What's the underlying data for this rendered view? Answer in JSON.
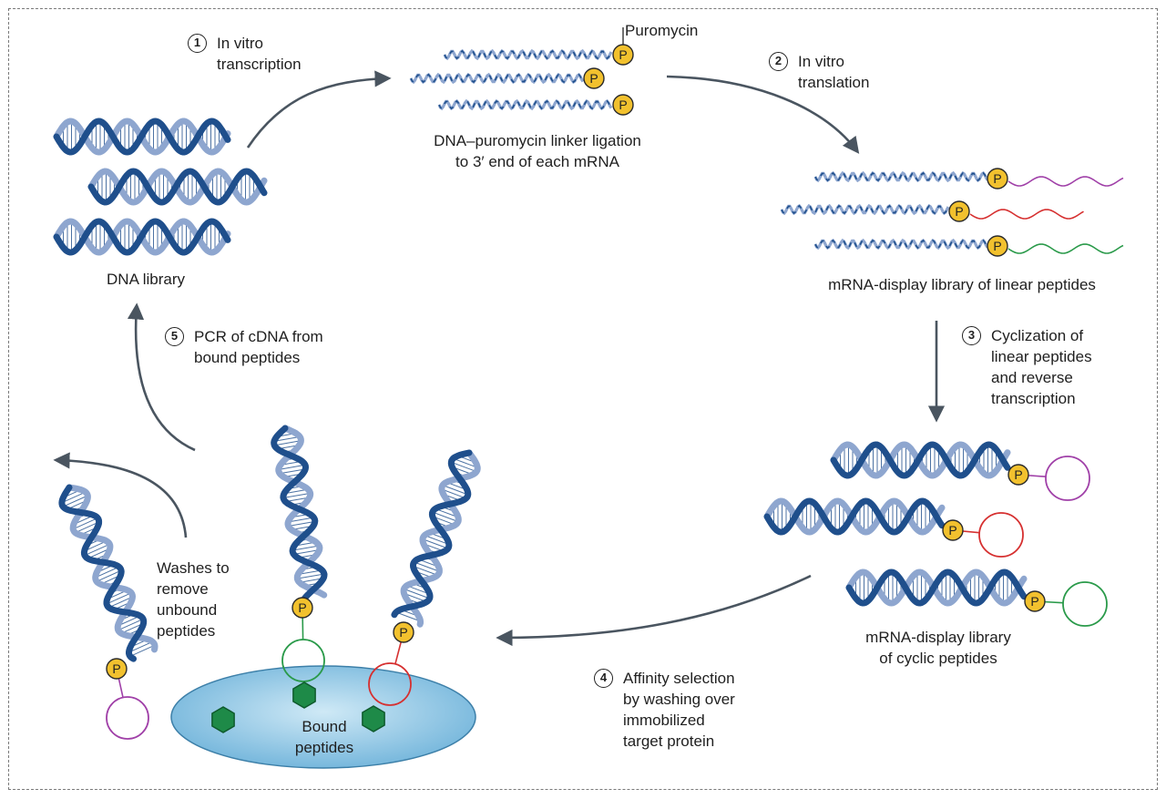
{
  "steps": [
    {
      "number": "1",
      "text": "In vitro\ntranscription"
    },
    {
      "number": "2",
      "text": "In vitro\ntranslation"
    },
    {
      "number": "3",
      "text": "Cyclization of\nlinear peptides\nand reverse\ntranscription"
    },
    {
      "number": "4",
      "text": "Affinity selection\nby washing over\nimmobilized\ntarget protein"
    },
    {
      "number": "5",
      "text": "PCR of cDNA from\nbound peptides"
    }
  ],
  "labels": {
    "dna_library": "DNA library",
    "puromycin": "Puromycin",
    "linker_ligation": "DNA–puromycin linker ligation\nto 3′ end of each mRNA",
    "linear_library": "mRNA-display library of linear peptides",
    "cyclic_library": "mRNA-display library\nof cyclic peptides",
    "washes": "Washes to\nremove\nunbound\npeptides",
    "bound_peptides": "Bound\npeptides",
    "puromycin_marker": "P"
  },
  "colors": {
    "dna_dark": "#1f4f8c",
    "dna_light": "#8ea6cf",
    "puromycin_fill": "#f2c12e",
    "peptide_purple": "#a040a8",
    "peptide_red": "#d63030",
    "peptide_green": "#2a9a4a",
    "arrow": "#4a5560",
    "surface": "#8cc8e6",
    "target_protein": "#1e8a48"
  }
}
